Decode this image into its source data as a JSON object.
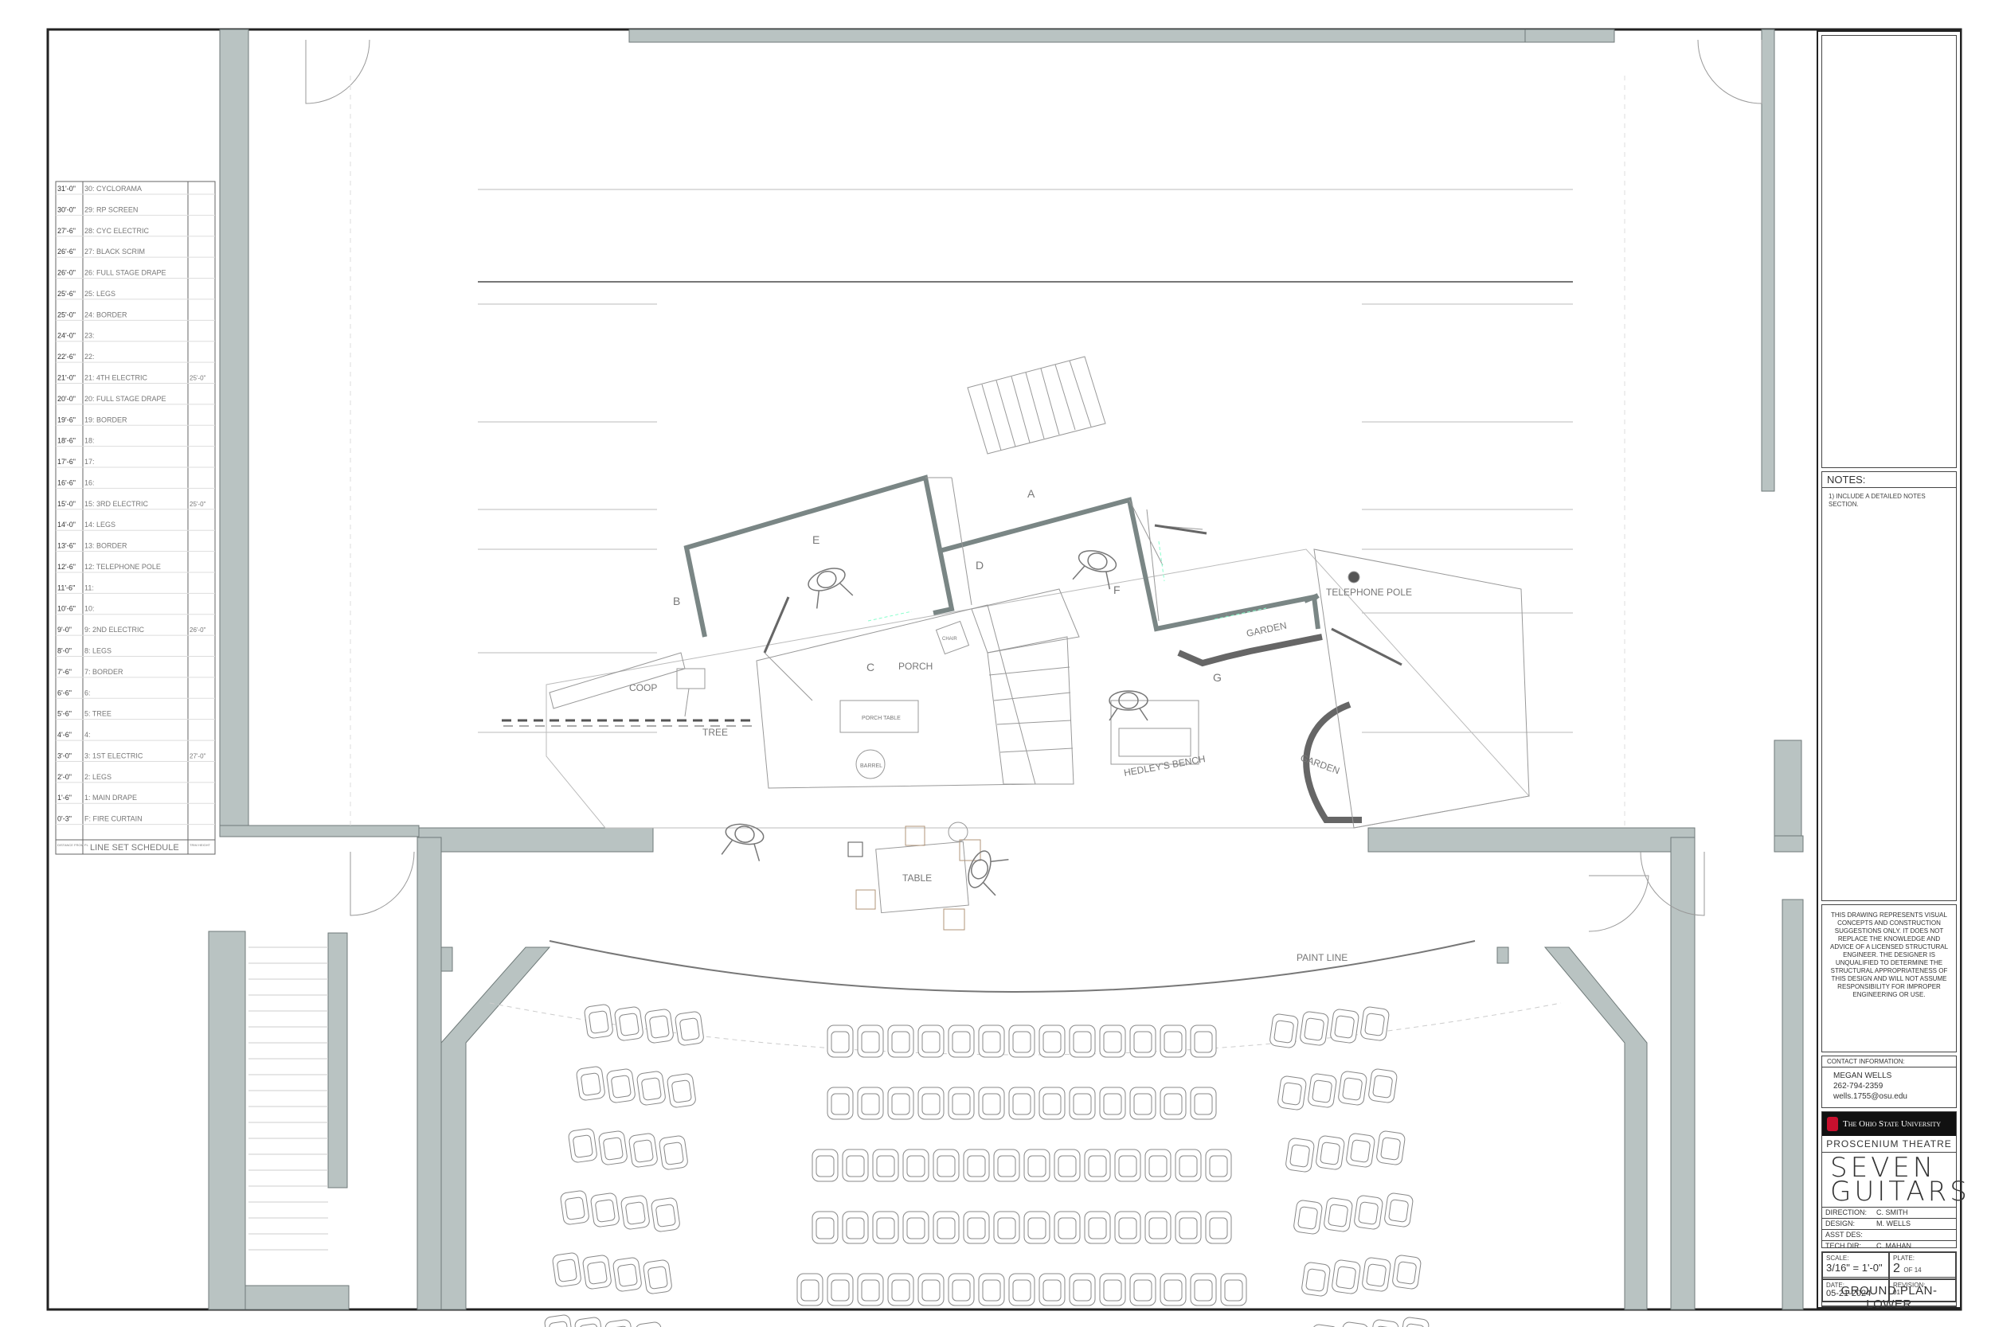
{
  "linesets": {
    "title": "LINE SET SCHEDULE",
    "dist_header": "DISTANCE FROM PL",
    "trim_header": "TRIM HEIGHT",
    "rows": [
      {
        "dist": "31'-0\"",
        "num": "30:",
        "name": "CYCLORAMA"
      },
      {
        "dist": "30'-0\"",
        "num": "29:",
        "name": "RP SCREEN"
      },
      {
        "dist": "27'-6\"",
        "num": "28:",
        "name": "CYC ELECTRIC"
      },
      {
        "dist": "26'-6\"",
        "num": "27:",
        "name": "BLACK SCRIM"
      },
      {
        "dist": "26'-0\"",
        "num": "26:",
        "name": "FULL STAGE DRAPE"
      },
      {
        "dist": "25'-6\"",
        "num": "25:",
        "name": "LEGS"
      },
      {
        "dist": "25'-0\"",
        "num": "24:",
        "name": "BORDER"
      },
      {
        "dist": "24'-0\"",
        "num": "23:",
        "name": ""
      },
      {
        "dist": "22'-6\"",
        "num": "22:",
        "name": ""
      },
      {
        "dist": "21'-0\"",
        "num": "21:",
        "name": "4TH ELECTRIC",
        "trim": "25'-0\""
      },
      {
        "dist": "20'-0\"",
        "num": "20:",
        "name": "FULL STAGE DRAPE"
      },
      {
        "dist": "19'-6\"",
        "num": "19:",
        "name": "BORDER"
      },
      {
        "dist": "18'-6\"",
        "num": "18:",
        "name": ""
      },
      {
        "dist": "17'-6\"",
        "num": "17:",
        "name": ""
      },
      {
        "dist": "16'-6\"",
        "num": "16:",
        "name": ""
      },
      {
        "dist": "15'-0\"",
        "num": "15:",
        "name": "3RD ELECTRIC",
        "trim": "25'-0\""
      },
      {
        "dist": "14'-0\"",
        "num": "14:",
        "name": "LEGS"
      },
      {
        "dist": "13'-6\"",
        "num": "13:",
        "name": "BORDER"
      },
      {
        "dist": "12'-6\"",
        "num": "12:",
        "name": "TELEPHONE POLE"
      },
      {
        "dist": "11'-6\"",
        "num": "11:",
        "name": ""
      },
      {
        "dist": "10'-6\"",
        "num": "10:",
        "name": ""
      },
      {
        "dist": "9'-0\"",
        "num": "9:",
        "name": "2ND ELECTRIC",
        "trim": "26'-0\""
      },
      {
        "dist": "8'-0\"",
        "num": "8:",
        "name": "LEGS"
      },
      {
        "dist": "7'-6\"",
        "num": "7:",
        "name": "BORDER"
      },
      {
        "dist": "6'-6\"",
        "num": "6:",
        "name": ""
      },
      {
        "dist": "5'-6\"",
        "num": "5:",
        "name": "TREE"
      },
      {
        "dist": "4'-6\"",
        "num": "4:",
        "name": ""
      },
      {
        "dist": "3'-0\"",
        "num": "3:",
        "name": "1ST ELECTRIC",
        "trim": "27'-0\""
      },
      {
        "dist": "2'-0\"",
        "num": "2:",
        "name": "LEGS"
      },
      {
        "dist": "1'-6\"",
        "num": "1:",
        "name": "MAIN DRAPE"
      },
      {
        "dist": "0'-3\"",
        "num": "F:",
        "name": "FIRE CURTAIN"
      }
    ]
  },
  "set_labels": {
    "a": "A",
    "b": "B",
    "c": "C",
    "d": "D",
    "e": "E",
    "f": "F",
    "g": "G",
    "porch": "PORCH",
    "coop": "COOP",
    "tree": "TREE",
    "porch_table": "PORCH TABLE",
    "barrel": "BARREL",
    "chair": "CHAIR",
    "garden_upper": "GARDEN",
    "garden_right": "GARDEN",
    "telephone_pole": "TELEPHONE POLE",
    "hedleys_bench": "HEDLEY'S BENCH",
    "table": "TABLE",
    "paint_line": "PAINT LINE"
  },
  "titleblock": {
    "notes_heading": "NOTES:",
    "notes": [
      "1)  INCLUDE A DETAILED NOTES SECTION."
    ],
    "disclaimer": "THIS DRAWING REPRESENTS VISUAL CONCEPTS AND CONSTRUCTION SUGGESTIONS ONLY.  IT DOES NOT REPLACE THE KNOWLEDGE AND ADVICE OF A LICENSED STRUCTURAL ENGINEER. THE DESIGNER IS UNQUALIFIED TO DETERMINE THE STRUCTURAL APPROPRIATENESS OF THIS DESIGN AND WILL NOT ASSUME RESPONSIBILITY FOR IMPROPER ENGINEERING OR USE.",
    "contact_heading": "CONTACT INFORMATION:",
    "contact_name": "MEGAN WELLS",
    "contact_phone": "262-794-2359",
    "contact_email": "wells.1755@osu.edu",
    "university": "The Ohio State University",
    "theatre": "PROSCENIUM THEATRE",
    "show_title_1": "SEVEN",
    "show_title_2": "GUITARS",
    "direction_label": "DIRECTION:",
    "direction": "C. SMITH",
    "design_label": "DESIGN:",
    "design": "M. WELLS",
    "asst_label": "ASST DES:",
    "asst": "",
    "tech_label": "TECH DIR:",
    "tech": "C. MAHAN",
    "scale_label": "SCALE:",
    "scale": "3/16\" = 1'-0\"",
    "plate_label": "PLATE:",
    "plate": "2",
    "plate_of": "OF 14",
    "date_label": "DATE:",
    "date": "05-21-2024",
    "revision_label": "REVISION:",
    "revision": "01",
    "sheet_title": "GROUND PLAN-LOWER"
  }
}
